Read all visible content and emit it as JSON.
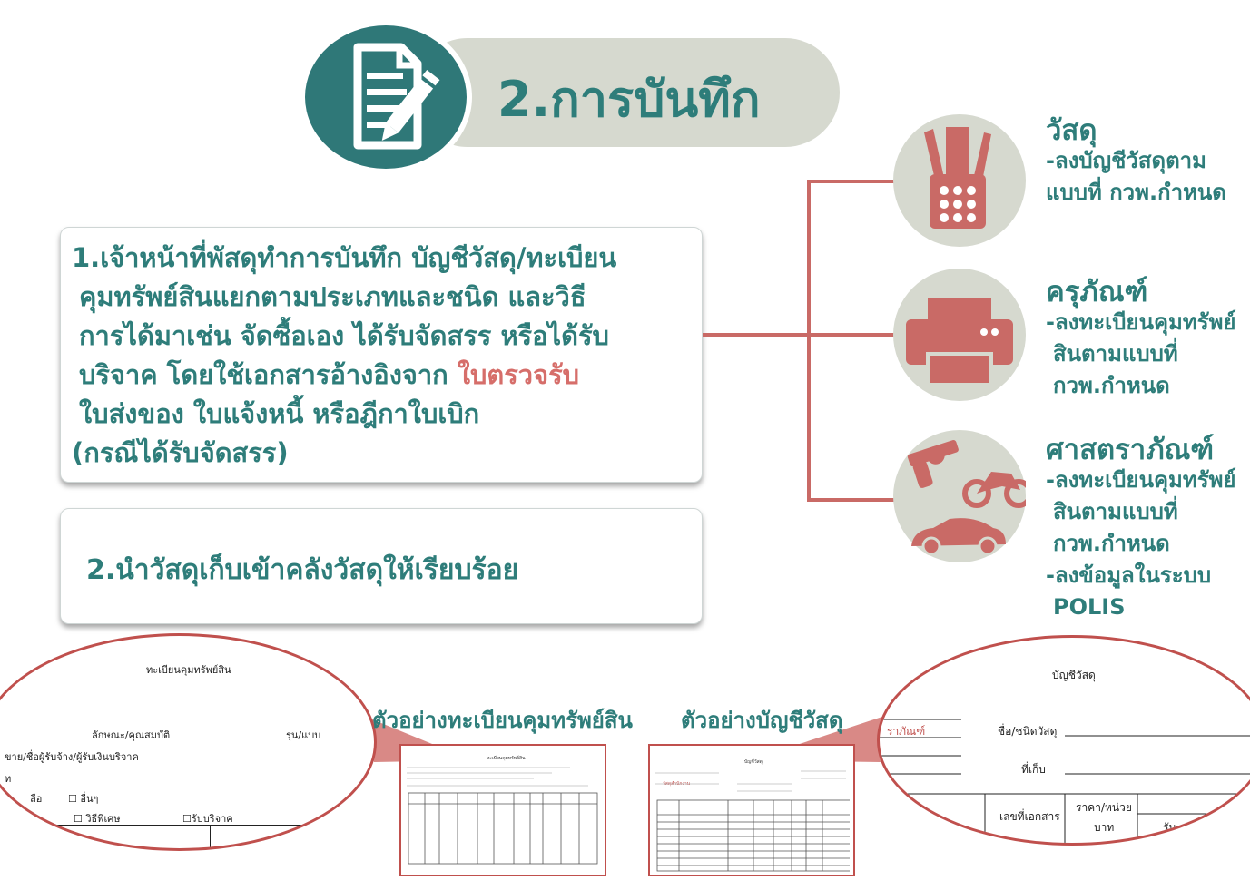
{
  "header": {
    "title": "2.การบันทึก"
  },
  "steps": {
    "step1": {
      "line1": "1.เจ้าหน้าที่พัสดุทำการบันทึก บัญชีวัสดุ/ทะเบียน",
      "line2": "คุมทรัพย์สินแยกตามประเภทและชนิด และวิธี",
      "line3": "การได้มาเช่น จัดซื้อเอง ได้รับจัดสรร หรือได้รับ",
      "line4": "บริจาค โดยใช้เอกสารอ้างอิงจาก ",
      "line4_red": "ใบตรวจรับ",
      "line5_red": "ใบส่งของ ใบแจ้งหนี้ หรือฎีกาใบเบิก",
      "line6_red": "(กรณีได้รับจัดสรร)"
    },
    "step2": {
      "text": "2.นำวัสดุเก็บเข้าคลังวัสดุให้เรียบร้อย"
    }
  },
  "categories": [
    {
      "title": "วัสดุ",
      "desc": [
        "-ลงบัญชีวัสดุตาม",
        "  แบบที่ กวพ.กำหนด"
      ],
      "icon": "pencil-cup-icon"
    },
    {
      "title": "ครุภัณฑ์",
      "desc": [
        "-ลงทะเบียนคุมทรัพย์",
        "สินตามแบบที่",
        "กวพ.กำหนด"
      ],
      "icon": "printer-icon"
    },
    {
      "title": "ศาสตราภัณฑ์",
      "desc": [
        "-ลงทะเบียนคุมทรัพย์",
        "สินตามแบบที่",
        "กวพ.กำหนด",
        "-ลงข้อมูลในระบบ",
        "POLIS"
      ],
      "icon": "gun-motorcycle-car-icon"
    }
  ],
  "examples": {
    "asset_register": {
      "caption": "ตัวอย่างทะเบียนคุมทรัพย์สิน",
      "zoom": {
        "title": "ทะเบียนคุมทรัพย์สิน",
        "field1": "ลักษณะ/คุณสมบัติ",
        "field2": "รุ่น/แบบ",
        "field3": "ขาย/ชื่อผู้รับจ้าง/ผู้รับเงินบริจาค",
        "field4": "ท",
        "opt1": "ลือ",
        "opt2": "☐ อื่นๆ",
        "opt3": "☐ วิธีพิเศษ",
        "opt4": "☐รับบริจาค"
      },
      "doc_title": "ทะเบียนคุมทรัพย์สิน"
    },
    "material_account": {
      "caption": "ตัวอย่างบัญชีวัสดุ",
      "zoom": {
        "title": "บัญชีวัสดุ",
        "field1": "ราภัณฑ์",
        "field2": "ชื่อ/ชนิดวัสดุ",
        "field3": "ที่เก็บ",
        "col1": "เลขที่เอกสาร",
        "col2": "ราคา/หน่วย",
        "col3": "บาท",
        "col4": "รับ"
      },
      "doc_title": "บัญชีวัสดุ",
      "doc_red_field": "วัสดุสำนักงาน"
    }
  },
  "colors": {
    "teal": "#2e7d7a",
    "red": "#c96a66",
    "beige": "#d6d9cf"
  }
}
